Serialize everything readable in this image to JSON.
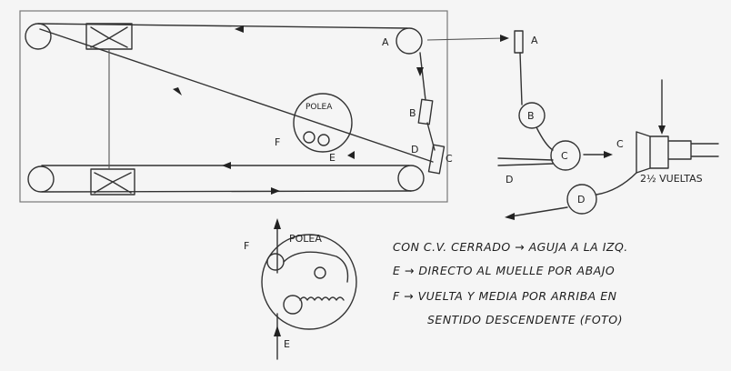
{
  "diagram": {
    "top_sketch": {
      "labels": {
        "a": "A",
        "b": "B",
        "c": "C",
        "d": "D",
        "e": "E",
        "f": "F",
        "pulley": "POLEA"
      }
    },
    "right_sketch": {
      "labels": {
        "a": "A",
        "b": "B",
        "c_circle": "C",
        "c": "C",
        "d": "D",
        "d_circle": "D",
        "turns": "2½ VUELTAS"
      }
    },
    "bottom_sketch": {
      "labels": {
        "pulley": "POLEA",
        "f": "F",
        "e": "E"
      }
    },
    "notes": [
      "CON C.V. CERRADO → AGUJA A LA IZQ.",
      "E → DIRECTO AL MUELLE POR ABAJO",
      "F → VUELTA Y MEDIA POR ARRIBA EN",
      "SENTIDO DESCENDENTE (FOTO)"
    ]
  }
}
